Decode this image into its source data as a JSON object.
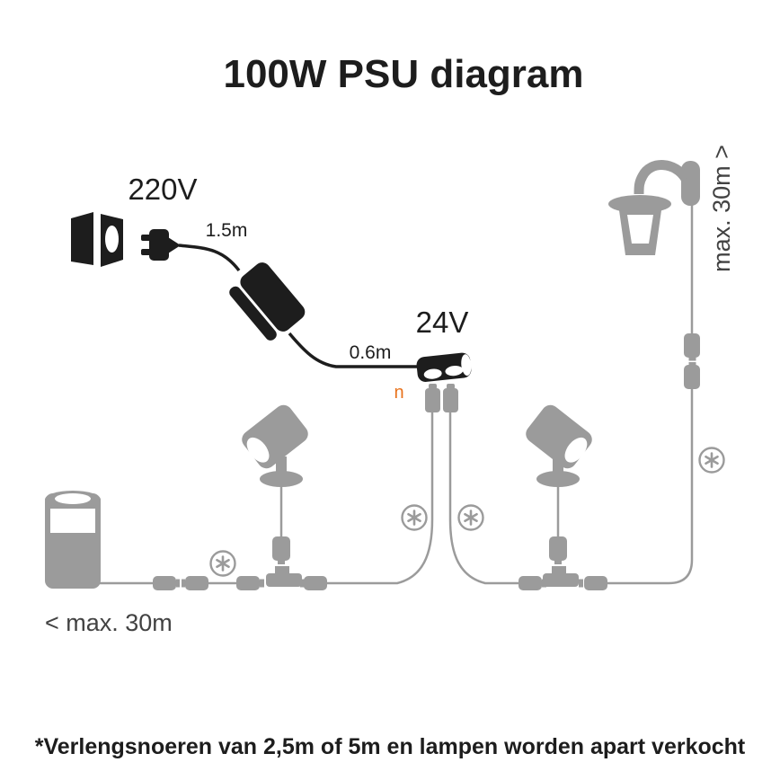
{
  "title": "100W PSU diagram",
  "labels": {
    "input_voltage": "220V",
    "plug_cable_length": "1.5m",
    "psu_cable_length": "0.6m",
    "output_voltage": "24V",
    "left_run_max": "< max. 30m",
    "right_run_max": "max. 30m >",
    "watermark_fragment": "n"
  },
  "footnote": "*Verlengsnoeren van 2,5m of 5m en lampen worden apart verkocht",
  "colors": {
    "ink": "#1d1d1d",
    "device": "#9b9b9b",
    "label": "#424242",
    "accent": "#e8721c",
    "background": "#ffffff"
  },
  "icons": [
    "wall-socket-icon",
    "power-plug-icon",
    "psu-brick-icon",
    "splitter-24v-icon",
    "splitter-plug-icon",
    "bollard-light-icon",
    "spotlight-icon",
    "wall-lantern-icon",
    "t-connector-icon",
    "cable-connector-icon",
    "extension-asterisk-icon"
  ]
}
